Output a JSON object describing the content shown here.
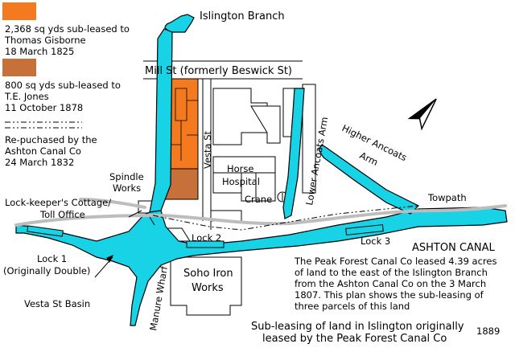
{
  "colors": {
    "canal": "#18d2e6",
    "parcel_1825": "#f47a1f",
    "parcel_1878": "#c8703a",
    "towpath": "#bdbdbd"
  },
  "legend": {
    "parcel_1825": {
      "line1": "2,368 sq yds sub-leased to",
      "line2": "Thomas Gisborne",
      "line3": "18 March 1825"
    },
    "parcel_1878": {
      "line1": "800 sq yds sub-leased to",
      "line2": "T.E. Jones",
      "line3": "11 October 1878"
    },
    "repurchased": {
      "line1": "Re-puchased by the",
      "line2": "Ashton Canal Co",
      "line3": "24 March 1832"
    }
  },
  "labels": {
    "islington_branch": "Islington Branch",
    "mill_st": "Mill St (formerly Beswick St)",
    "vesta_st": "Vesta St",
    "lower_ancoats_arm": "Lower Ancoats Arm",
    "higher_ancoats_arm_1": "Higher Ancoats",
    "higher_ancoats_arm_2": "Arm",
    "horse_hospital_1": "Horse",
    "horse_hospital_2": "Hospital",
    "crane": "Crane",
    "spindle_works_1": "Spindle",
    "spindle_works_2": "Works",
    "lock_keeper_1": "Lock-keeper's Cottage/",
    "lock_keeper_2": "Toll Office",
    "towpath": "Towpath",
    "lock_2": "Lock 2",
    "lock_3": "Lock 3",
    "ashton_canal": "ASHTON CANAL",
    "lock_1_a": "Lock 1",
    "lock_1_b": "(Originally Double)",
    "soho_1": "Soho Iron",
    "soho_2": "Works",
    "manure_wharf": "Manure Wharf",
    "vesta_basin": "Vesta St Basin"
  },
  "note": {
    "line1": "The Peak Forest Canal Co leased 4.39 acres",
    "line2": "of land to the east of the Islington Branch",
    "line3": "from the Ashton Canal Co on the 3 March",
    "line4": "1807. This plan shows the sub-leasing of",
    "line5": "three parcels of this land"
  },
  "caption": {
    "line1": "Sub-leasing of land in Islington originally",
    "line2": "leased by the Peak Forest Canal Co"
  },
  "year": "1889",
  "compass": "north-arrow-icon"
}
